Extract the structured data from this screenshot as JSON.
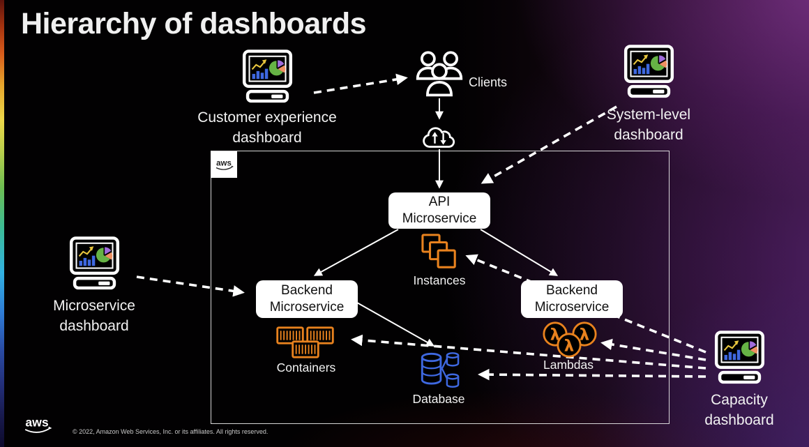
{
  "slide": {
    "title": "Hierarchy of dashboards",
    "aws_logo_text": "aws",
    "footer": {
      "copyright": "© 2022, Amazon Web Services, Inc. or its affiliates. All rights reserved."
    }
  },
  "diagram": {
    "clients_label": "Clients",
    "aws_badge": "aws",
    "dashboards": [
      {
        "id": "customer-experience",
        "line1": "Customer experience",
        "line2": "dashboard"
      },
      {
        "id": "system-level",
        "line1": "System-level",
        "line2": "dashboard"
      },
      {
        "id": "microservice",
        "line1": "Microservice",
        "line2": "dashboard"
      },
      {
        "id": "capacity",
        "line1": "Capacity",
        "line2": "dashboard"
      }
    ],
    "nodes": {
      "api": {
        "line1": "API",
        "line2": "Microservice"
      },
      "backend_left": {
        "line1": "Backend",
        "line2": "Microservice"
      },
      "backend_right": {
        "line1": "Backend",
        "line2": "Microservice"
      }
    },
    "resources": [
      {
        "id": "instances",
        "label": "Instances"
      },
      {
        "id": "containers",
        "label": "Containers"
      },
      {
        "id": "lambdas",
        "label": "Lambdas"
      },
      {
        "id": "database",
        "label": "Database"
      }
    ],
    "connections": [
      {
        "from": "customer-experience-dashboard",
        "to": "clients",
        "style": "dashed"
      },
      {
        "from": "clients",
        "to": "internet-cloud",
        "style": "solid"
      },
      {
        "from": "internet-cloud",
        "to": "api-microservice",
        "style": "solid"
      },
      {
        "from": "system-level-dashboard",
        "to": "api-microservice",
        "style": "dashed"
      },
      {
        "from": "api-microservice",
        "to": "backend-microservice-left",
        "style": "solid"
      },
      {
        "from": "api-microservice",
        "to": "backend-microservice-right",
        "style": "solid"
      },
      {
        "from": "backend-microservice-left",
        "to": "database",
        "style": "solid"
      },
      {
        "from": "microservice-dashboard",
        "to": "backend-microservice-left",
        "style": "dashed"
      },
      {
        "from": "capacity-dashboard",
        "to": "instances",
        "style": "dashed"
      },
      {
        "from": "capacity-dashboard",
        "to": "lambdas",
        "style": "dashed"
      },
      {
        "from": "capacity-dashboard",
        "to": "containers",
        "style": "dashed"
      },
      {
        "from": "capacity-dashboard",
        "to": "database",
        "style": "dashed"
      }
    ],
    "colors": {
      "compute_orange": "#E8821E",
      "database_blue": "#3E68E0",
      "chart_bar_blue": "#3E68E0",
      "chart_trend_yellow": "#E8C63E",
      "pie_green": "#66B345",
      "pie_purple": "#A06CDC",
      "pie_orange": "#EF9062",
      "line_white": "#FFFFFF",
      "node_background": "#FFFFFF"
    }
  }
}
